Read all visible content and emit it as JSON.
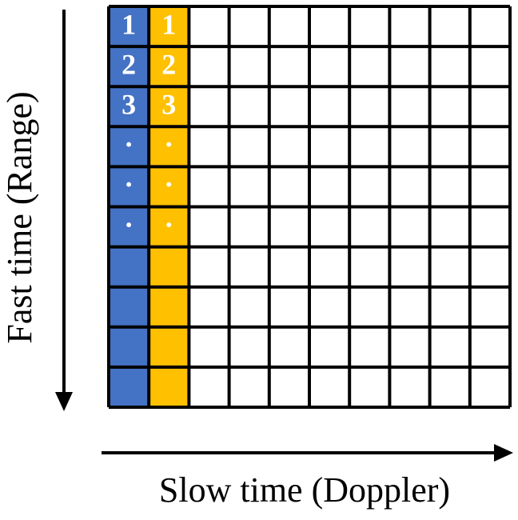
{
  "diagram": {
    "rows": 10,
    "columns": 10,
    "colors": {
      "column_1": "#4472c4",
      "column_2": "#ffc000",
      "grid_line": "#000000",
      "empty_cell": "#ffffff",
      "label_text": "#ffffff"
    },
    "column_1_labels": [
      "1",
      "2",
      "3",
      "·",
      "·",
      "·"
    ],
    "column_2_labels": [
      "1",
      "2",
      "3",
      "·",
      "·",
      "·"
    ],
    "vertical_axis_label": "Fast time (Range)",
    "horizontal_axis_label": "Slow time (Doppler)"
  }
}
